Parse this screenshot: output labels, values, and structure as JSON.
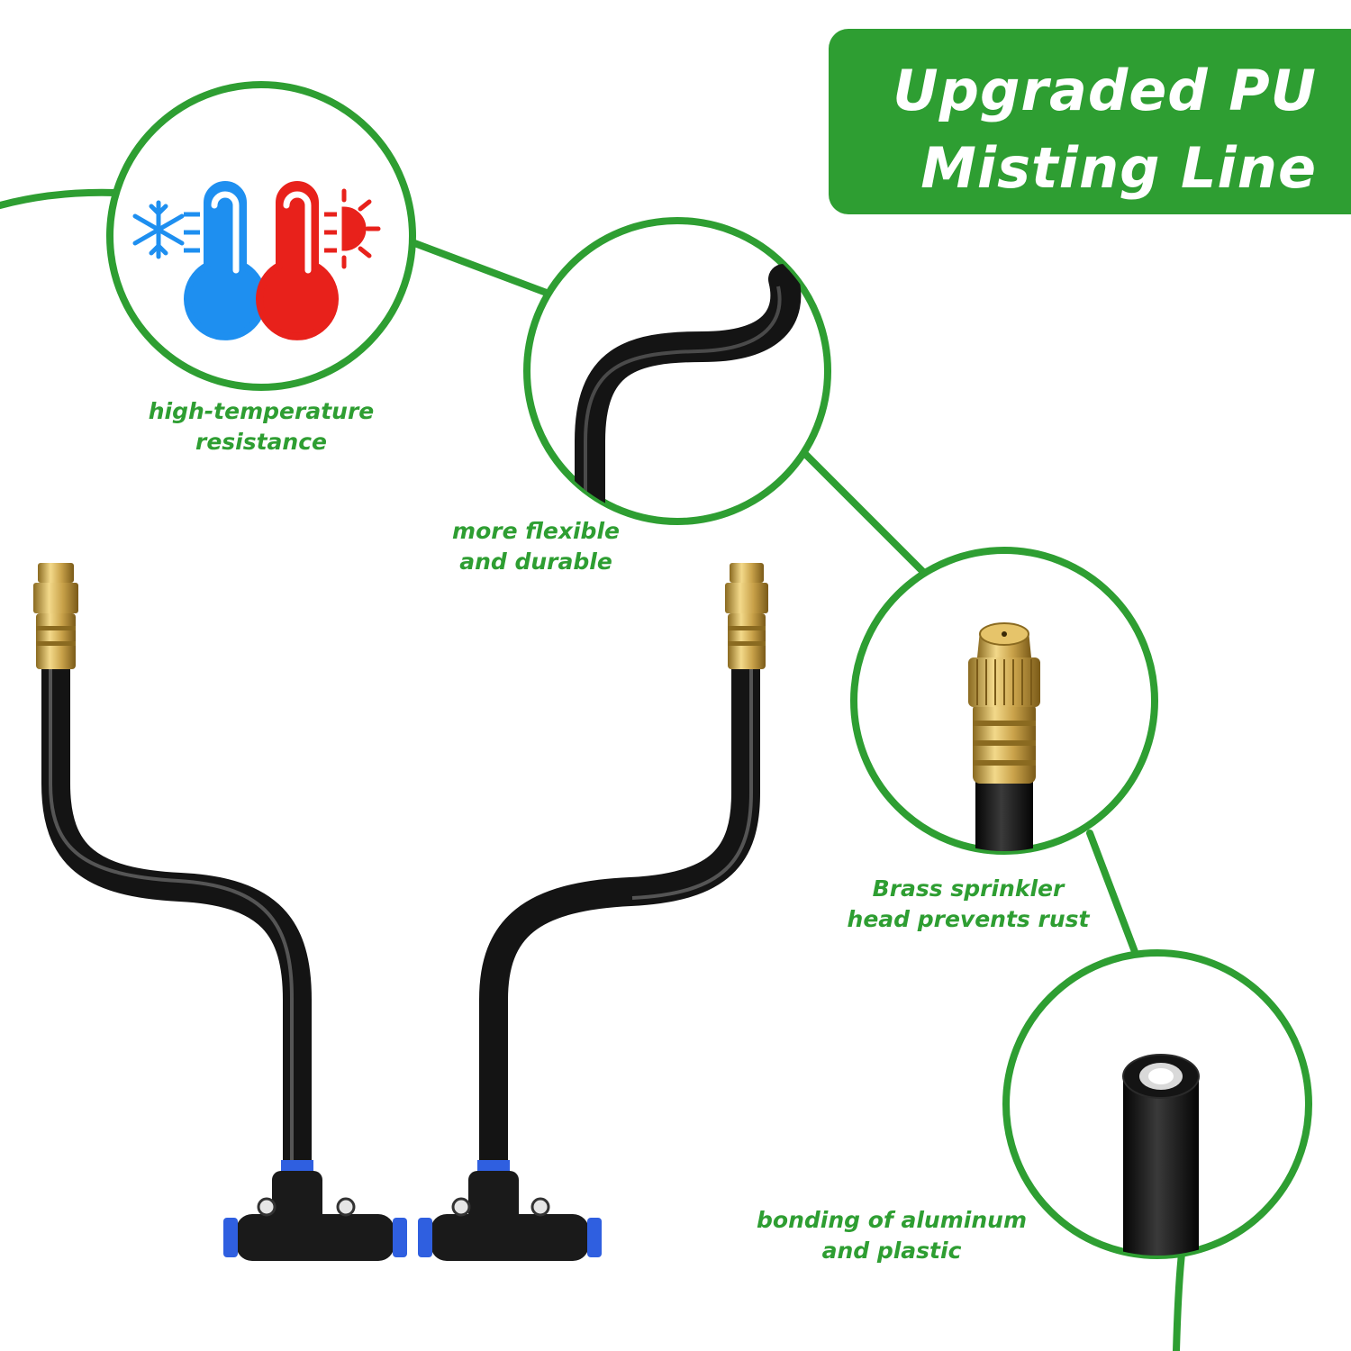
{
  "title": {
    "line1": "Upgraded PU",
    "line2": "Misting Line"
  },
  "features": [
    {
      "line1": "high-temperature",
      "line2": "resistance",
      "icon": "thermometer-icon"
    },
    {
      "line1": "more flexible",
      "line2": "and durable",
      "icon": "curved-hose-icon"
    },
    {
      "line1": "Brass sprinkler",
      "line2": "head prevents rust",
      "icon": "brass-nozzle-icon"
    },
    {
      "line1": "bonding of aluminum",
      "line2": "and plastic",
      "icon": "tube-cross-section-icon"
    }
  ],
  "colors": {
    "accent_green": "#2e9e32",
    "cold_blue": "#1e8ff0",
    "hot_red": "#e8211b",
    "hose_black": "#141414",
    "brass": "#c9a24a",
    "fitting_blue": "#2f5fe0"
  }
}
